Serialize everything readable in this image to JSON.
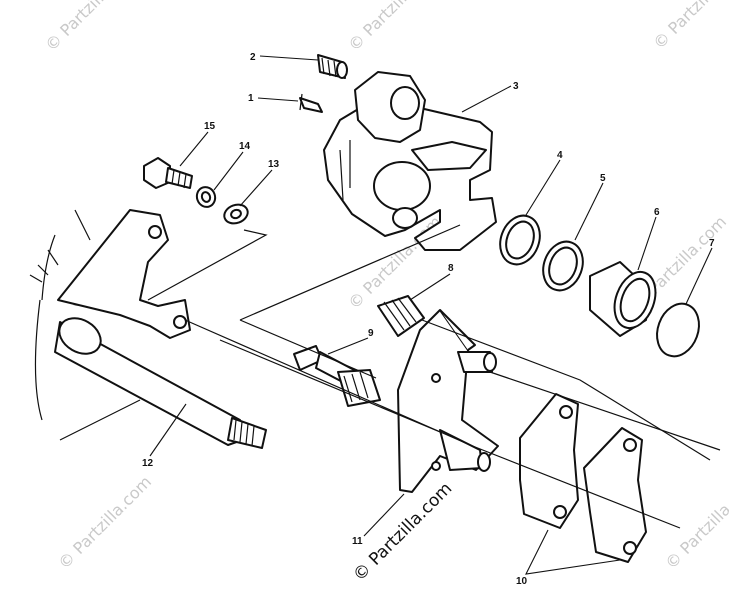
{
  "diagram": {
    "callouts": [
      {
        "id": "1",
        "label": "1"
      },
      {
        "id": "2",
        "label": "2"
      },
      {
        "id": "3",
        "label": "3"
      },
      {
        "id": "4",
        "label": "4"
      },
      {
        "id": "5",
        "label": "5"
      },
      {
        "id": "6",
        "label": "6"
      },
      {
        "id": "7",
        "label": "7"
      },
      {
        "id": "8",
        "label": "8"
      },
      {
        "id": "9",
        "label": "9"
      },
      {
        "id": "10",
        "label": "10"
      },
      {
        "id": "11",
        "label": "11"
      },
      {
        "id": "12",
        "label": "12"
      },
      {
        "id": "13",
        "label": "13"
      },
      {
        "id": "14",
        "label": "14"
      },
      {
        "id": "15",
        "label": "15"
      }
    ],
    "watermarks": {
      "faint": "© Partzilla.com",
      "main": "© Partzilla.com"
    }
  }
}
